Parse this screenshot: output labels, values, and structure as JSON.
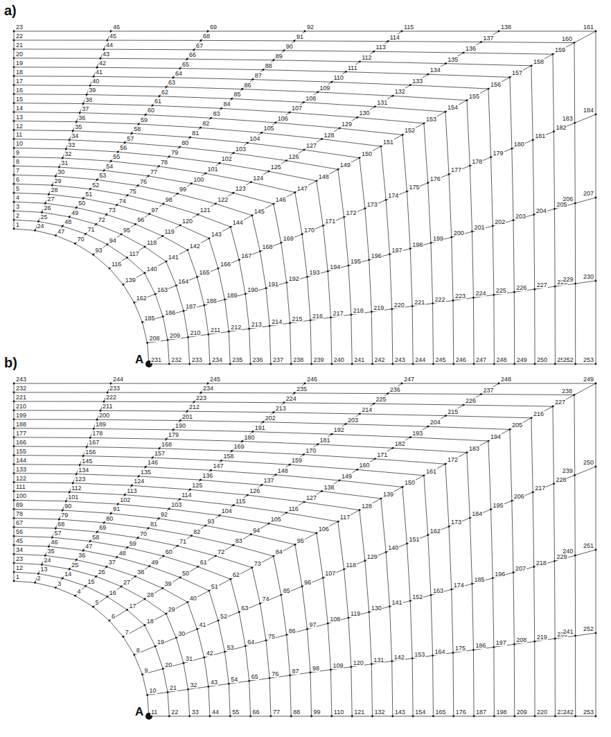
{
  "diagram": {
    "labels": [
      "a)",
      "A",
      "1",
      "2",
      "3",
      "4",
      "5",
      "6",
      "7",
      "8",
      "9",
      "10",
      "11",
      "12",
      "13",
      "14",
      "15",
      "16",
      "17",
      "18",
      "19",
      "20",
      "21",
      "22",
      "23",
      "24",
      "25",
      "26",
      "27",
      "28",
      "29",
      "30",
      "31",
      "32",
      "33",
      "34",
      "35",
      "36",
      "37",
      "38",
      "39",
      "40",
      "41",
      "42",
      "43",
      "44",
      "45",
      "46",
      "47",
      "48",
      "49",
      "50",
      "51",
      "52",
      "53",
      "54",
      "55",
      "56",
      "57",
      "58",
      "59",
      "60",
      "61",
      "62",
      "63",
      "64",
      "65",
      "66",
      "67",
      "68",
      "69",
      "70",
      "71",
      "72",
      "73",
      "74",
      "75",
      "76",
      "77",
      "78",
      "79",
      "80",
      "81",
      "82",
      "83",
      "84",
      "85",
      "86",
      "87",
      "88",
      "89",
      "90",
      "91",
      "92",
      "93",
      "94",
      "95",
      "96",
      "97",
      "98",
      "99",
      "100",
      "101",
      "102",
      "103",
      "104",
      "105",
      "106",
      "107",
      "108",
      "109",
      "110",
      "111",
      "112",
      "113",
      "114",
      "115",
      "116",
      "117",
      "118",
      "119",
      "120",
      "121",
      "122",
      "123",
      "124",
      "125",
      "126",
      "127",
      "128",
      "129",
      "130",
      "131",
      "132",
      "133",
      "134",
      "135",
      "136",
      "137",
      "138",
      "139",
      "140",
      "141",
      "142",
      "143",
      "144",
      "145",
      "146",
      "147",
      "148",
      "149",
      "150",
      "151",
      "152",
      "153",
      "154",
      "155",
      "156",
      "157",
      "158",
      "159",
      "160",
      "161",
      "162",
      "163",
      "164",
      "165",
      "166",
      "167",
      "168",
      "169",
      "170",
      "171",
      "172",
      "173",
      "174",
      "175",
      "176",
      "177",
      "178",
      "179",
      "180",
      "181",
      "182",
      "183",
      "184",
      "185",
      "186",
      "187",
      "188",
      "189",
      "190",
      "191",
      "192",
      "193",
      "194",
      "195",
      "196",
      "197",
      "198",
      "199",
      "200",
      "201",
      "202",
      "203",
      "204",
      "205",
      "206",
      "207",
      "208",
      "209",
      "210",
      "211",
      "212",
      "213",
      "214",
      "215",
      "216",
      "217",
      "218",
      "219",
      "220",
      "221",
      "222",
      "223",
      "224",
      "225",
      "226",
      "227",
      "228",
      "229",
      "230",
      "231",
      "232",
      "233",
      "234",
      "235",
      "236",
      "237",
      "238",
      "239",
      "240",
      "241",
      "242",
      "243",
      "244",
      "245",
      "246",
      "247",
      "248",
      "249",
      "250",
      "251",
      "252",
      "253",
      "b)",
      "A",
      "1",
      "2",
      "3",
      "4",
      "5",
      "6",
      "7",
      "8",
      "9",
      "10",
      "11",
      "12",
      "13",
      "14",
      "15",
      "16",
      "17",
      "18",
      "19",
      "20",
      "21",
      "22",
      "23",
      "24",
      "25",
      "26",
      "27",
      "28",
      "29",
      "30",
      "31",
      "32",
      "33",
      "34",
      "35",
      "36",
      "37",
      "38",
      "39",
      "40",
      "41",
      "42",
      "43",
      "44",
      "45",
      "46",
      "47",
      "48",
      "49",
      "50",
      "51",
      "52",
      "53",
      "54",
      "55",
      "56",
      "57",
      "58",
      "59",
      "60",
      "61",
      "62",
      "63",
      "64",
      "65",
      "66",
      "67",
      "68",
      "69",
      "70",
      "71",
      "72",
      "73",
      "74",
      "75",
      "76",
      "77",
      "78",
      "79",
      "80",
      "81",
      "82",
      "83",
      "84",
      "85",
      "86",
      "87",
      "88",
      "89",
      "90",
      "91",
      "92",
      "93",
      "94",
      "95",
      "96",
      "97",
      "98",
      "99",
      "100",
      "101",
      "102",
      "103",
      "104",
      "105",
      "106",
      "107",
      "108",
      "109",
      "110",
      "111",
      "112",
      "113",
      "114",
      "115",
      "116",
      "117",
      "118",
      "119",
      "120",
      "121",
      "122",
      "123",
      "124",
      "125",
      "126",
      "127",
      "128",
      "129",
      "130",
      "131",
      "132",
      "133",
      "134",
      "135",
      "136",
      "137",
      "138",
      "139",
      "140",
      "141",
      "142",
      "143",
      "144",
      "145",
      "146",
      "147",
      "148",
      "149",
      "150",
      "151",
      "152",
      "153",
      "154",
      "155",
      "156",
      "157",
      "158",
      "159",
      "160",
      "161",
      "162",
      "163",
      "164",
      "165",
      "166",
      "167",
      "168",
      "169",
      "170",
      "171",
      "172",
      "173",
      "174",
      "175",
      "176",
      "177",
      "178",
      "179",
      "180",
      "181",
      "182",
      "183",
      "184",
      "185",
      "186",
      "187",
      "188",
      "189",
      "190",
      "191",
      "192",
      "193",
      "194",
      "195",
      "196",
      "197",
      "198",
      "199",
      "200",
      "201",
      "202",
      "203",
      "204",
      "205",
      "206",
      "207",
      "208",
      "209",
      "210",
      "211",
      "212",
      "213",
      "214",
      "215",
      "216",
      "217",
      "218",
      "219",
      "220",
      "221",
      "222",
      "223",
      "224",
      "225",
      "226",
      "227",
      "228",
      "229",
      "230",
      "231",
      "232",
      "233",
      "234",
      "235",
      "236",
      "237",
      "238",
      "239",
      "240",
      "241",
      "242",
      "243",
      "244",
      "245",
      "246",
      "247",
      "248",
      "249",
      "250",
      "251",
      "252",
      "253"
    ]
  }
}
